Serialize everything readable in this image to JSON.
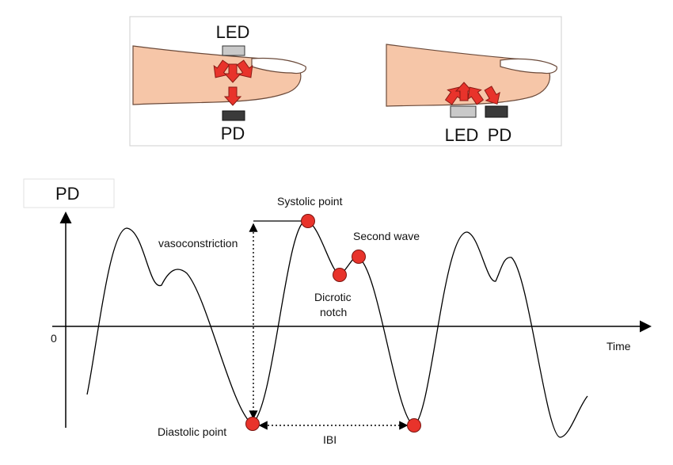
{
  "top_panel": {
    "transmission": {
      "led_label": "LED",
      "pd_label": "PD"
    },
    "reflection": {
      "led_label": "LED",
      "pd_label": "PD"
    }
  },
  "waveform": {
    "y_axis_label": "PD",
    "x_axis_label": "Time",
    "origin_label": "0",
    "annotations": {
      "systolic": "Systolic point",
      "second_wave": "Second wave",
      "dicrotic_line1": "Dicrotic",
      "dicrotic_line2": "notch",
      "diastolic": "Diastolic point",
      "vasoconstriction": "vasoconstriction",
      "ibi": "IBI"
    }
  },
  "colors": {
    "arrow": "#e8332b",
    "point": "#e8332b",
    "skin": "#f6c6a8",
    "led": "#c9c9c9",
    "pd": "#3a3a3a"
  }
}
